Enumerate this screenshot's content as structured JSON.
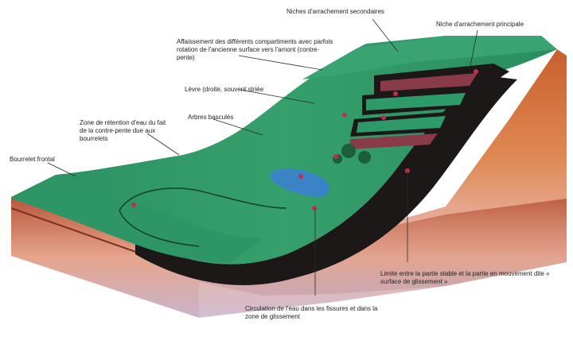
{
  "labels": {
    "niches_secondaires": "Niches d'arrachement secondaires",
    "niche_principale": "Niche d'arrachement principale",
    "affaissement": "Affaissement des différents compartiments avec parfois rotation de l'ancienne surface vers l'amont (contre-pente)",
    "levre": "Lèvre (droite, souvent striée",
    "arbres": "Arbres basculés",
    "zone_retention": "Zone de rétention d'eau du fait de la contre-pente due aux bourrelets",
    "bourrelet": "Bourrelet frontal",
    "limite": "Limite entre la partie stable et la partie en mouvement dite « surface de glissement »",
    "circulation": "Circulation de l'eau dans les fissures et dans la zone de glissement"
  },
  "colors": {
    "grass": "#2f9a69",
    "grass_light": "#4bb37f",
    "grass_dark": "#1f6e47",
    "soil_dark": "#1c1818",
    "soil_orange": "#d8743a",
    "soil_pink": "#e7a3a1",
    "soil_purple": "#a58bb4",
    "water": "#3b7fd0",
    "marker": "#c0304a"
  }
}
